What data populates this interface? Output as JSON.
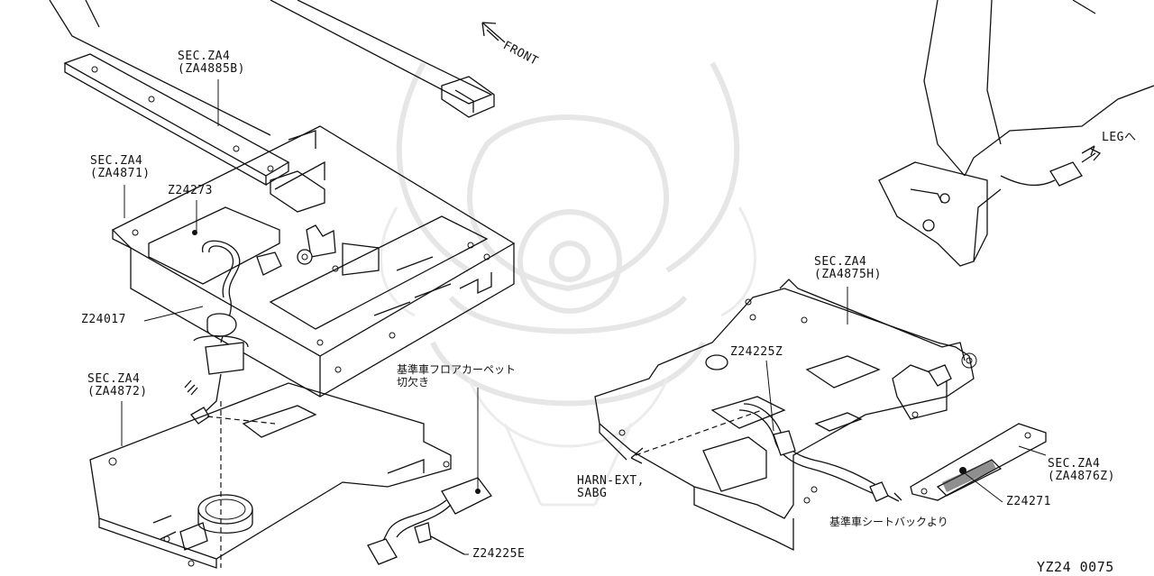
{
  "labels": {
    "sec_za4885b_1": "SEC.ZA4",
    "sec_za4885b_2": "(ZA4885B)",
    "sec_za4871_1": "SEC.ZA4",
    "sec_za4871_2": "(ZA4871)",
    "z24273": "Z24273",
    "z24017": "Z24017",
    "sec_za4872_1": "SEC.ZA4",
    "sec_za4872_2": "(ZA4872)",
    "floor_carpet_1": "基準車フロアカーペット",
    "floor_carpet_2": "切欠き",
    "z24225e": "Z24225E",
    "front": "FRONT",
    "leg": "LEGへ",
    "sec_za4875h_1": "SEC.ZA4",
    "sec_za4875h_2": "(ZA4875H)",
    "z24225z": "Z24225Z",
    "harn_ext_1": "HARN-EXT,",
    "harn_ext_2": "SABG",
    "seatback": "基準車シートバックより",
    "sec_za4876z_1": "SEC.ZA4",
    "sec_za4876z_2": "(ZA4876Z)",
    "z24271": "Z24271",
    "diagram_id": "YZ24 0075"
  }
}
